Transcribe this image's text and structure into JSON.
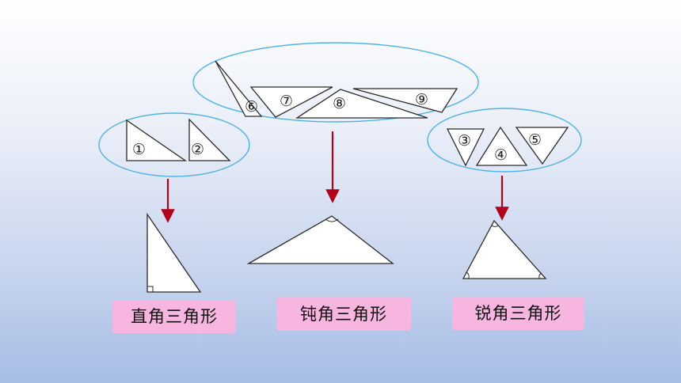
{
  "colors": {
    "ellipse": "#4fb2e4",
    "arrow": "#b3001b",
    "label_bg": "#f7b6df"
  },
  "numbers": [
    "①",
    "②",
    "③",
    "④",
    "⑤",
    "⑥",
    "⑦",
    "⑧",
    "⑨"
  ],
  "labels": {
    "right": "直角三角形",
    "obtuse": "钝角三角形",
    "acute": "锐角三角形"
  }
}
